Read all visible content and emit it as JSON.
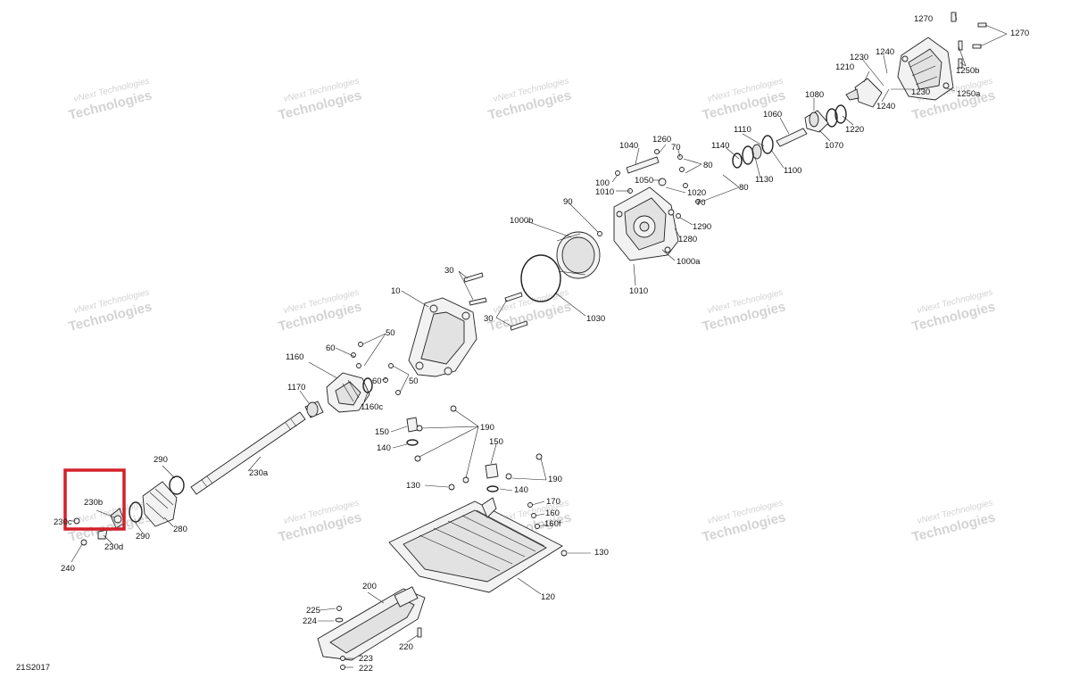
{
  "diagram_code": "21S2017",
  "watermark": {
    "line1": "vNext Technologies",
    "line2": "Technologies"
  },
  "highlight_color": "#d4202a",
  "labels": {
    "p1270a": "1270",
    "p1270b": "1270",
    "p1250b": "1250b",
    "p1250a": "1250a",
    "p1240a": "1240",
    "p1240b": "1240",
    "p1230a": "1230",
    "p1230b": "1230",
    "p1210": "1210",
    "p1220": "1220",
    "p1080": "1080",
    "p1070": "1070",
    "p1060": "1060",
    "p1110": "1110",
    "p1140": "1140",
    "p1130": "1130",
    "p1100": "1100",
    "p1040": "1040",
    "p1260": "1260",
    "p70a": "70",
    "p70b": "70",
    "p80a": "80",
    "p80b": "80",
    "p100": "100",
    "p1050": "1050",
    "p1010a": "1010",
    "p1020": "1020",
    "p1290": "1290",
    "p1280": "1280",
    "p90": "90",
    "p1000b": "1000b",
    "p1000a": "1000a",
    "p1010b": "1010",
    "p1030": "1030",
    "p30a": "30",
    "p30b": "30",
    "p10": "10",
    "p60a": "60",
    "p60b": "60",
    "p50a": "50",
    "p50b": "50",
    "p1160": "1160",
    "p1170": "1170",
    "p1160c": "1160c",
    "p190a": "190",
    "p190b": "190",
    "p150a": "150",
    "p150b": "150",
    "p140a": "140",
    "p140b": "140",
    "p130a": "130",
    "p130b": "130",
    "p170": "170",
    "p160": "160",
    "p160f": "160f",
    "p120": "120",
    "p230a": "230a",
    "p290a": "290",
    "p290b": "290",
    "p280": "280",
    "p230b": "230b",
    "p230c": "230c",
    "p230d": "230d",
    "p240": "240",
    "p200": "200",
    "p225": "225",
    "p224": "224",
    "p220": "220",
    "p223": "223",
    "p222": "222"
  }
}
